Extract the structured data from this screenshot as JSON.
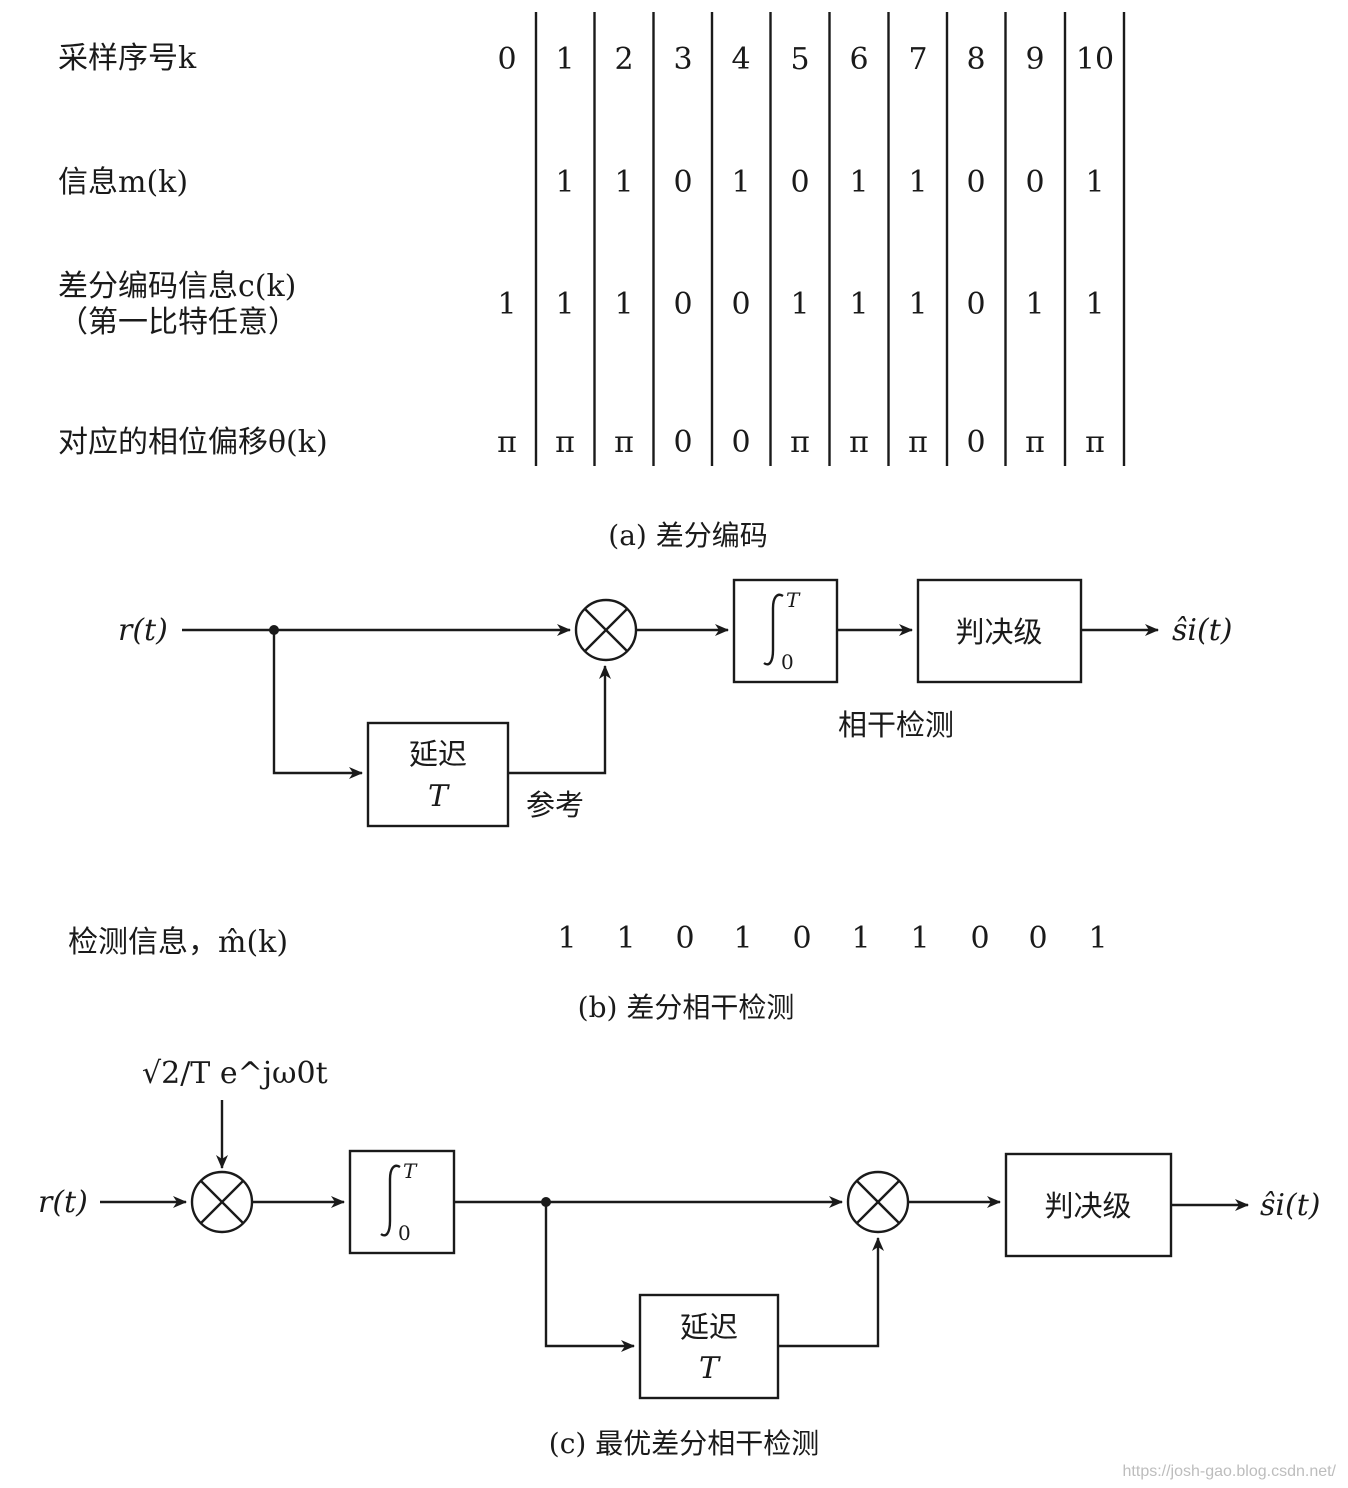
{
  "table": {
    "row_labels": {
      "k": "采样序号k",
      "m": "信息m(k)",
      "c": "差分编码信息c(k)",
      "c_note": "（第一比特任意）",
      "theta": "对应的相位偏移θ(k)"
    },
    "k": [
      "0",
      "1",
      "2",
      "3",
      "4",
      "5",
      "6",
      "7",
      "8",
      "9",
      "10"
    ],
    "m": [
      "",
      "1",
      "1",
      "0",
      "1",
      "0",
      "1",
      "1",
      "0",
      "0",
      "1"
    ],
    "c": [
      "1",
      "1",
      "1",
      "0",
      "0",
      "1",
      "1",
      "1",
      "0",
      "1",
      "1"
    ],
    "theta": [
      "π",
      "π",
      "π",
      "0",
      "0",
      "π",
      "π",
      "π",
      "0",
      "π",
      "π"
    ]
  },
  "captions": {
    "a": "(a) 差分编码",
    "b": "(b) 差分相干检测",
    "c": "(c) 最优差分相干检测"
  },
  "diagram_b": {
    "input": "r(t)",
    "output": "ŝi(t)",
    "integrator_upper": "T",
    "integrator_lower": "0",
    "decision": "判决级",
    "delay_line1": "延迟",
    "delay_line2": "T",
    "reference": "参考",
    "coherent": "相干检测"
  },
  "detected": {
    "label": "检测信息，m̂(k)",
    "bits": [
      "1",
      "1",
      "0",
      "1",
      "0",
      "1",
      "1",
      "0",
      "0",
      "1"
    ]
  },
  "diagram_c": {
    "carrier": "√2/T e^jω0t",
    "input": "r(t)",
    "output": "ŝi(t)",
    "integrator_upper": "T",
    "integrator_lower": "0",
    "decision": "判决级",
    "delay_line1": "延迟",
    "delay_line2": "T"
  },
  "watermark": "https://josh-gao.blog.csdn.net/"
}
